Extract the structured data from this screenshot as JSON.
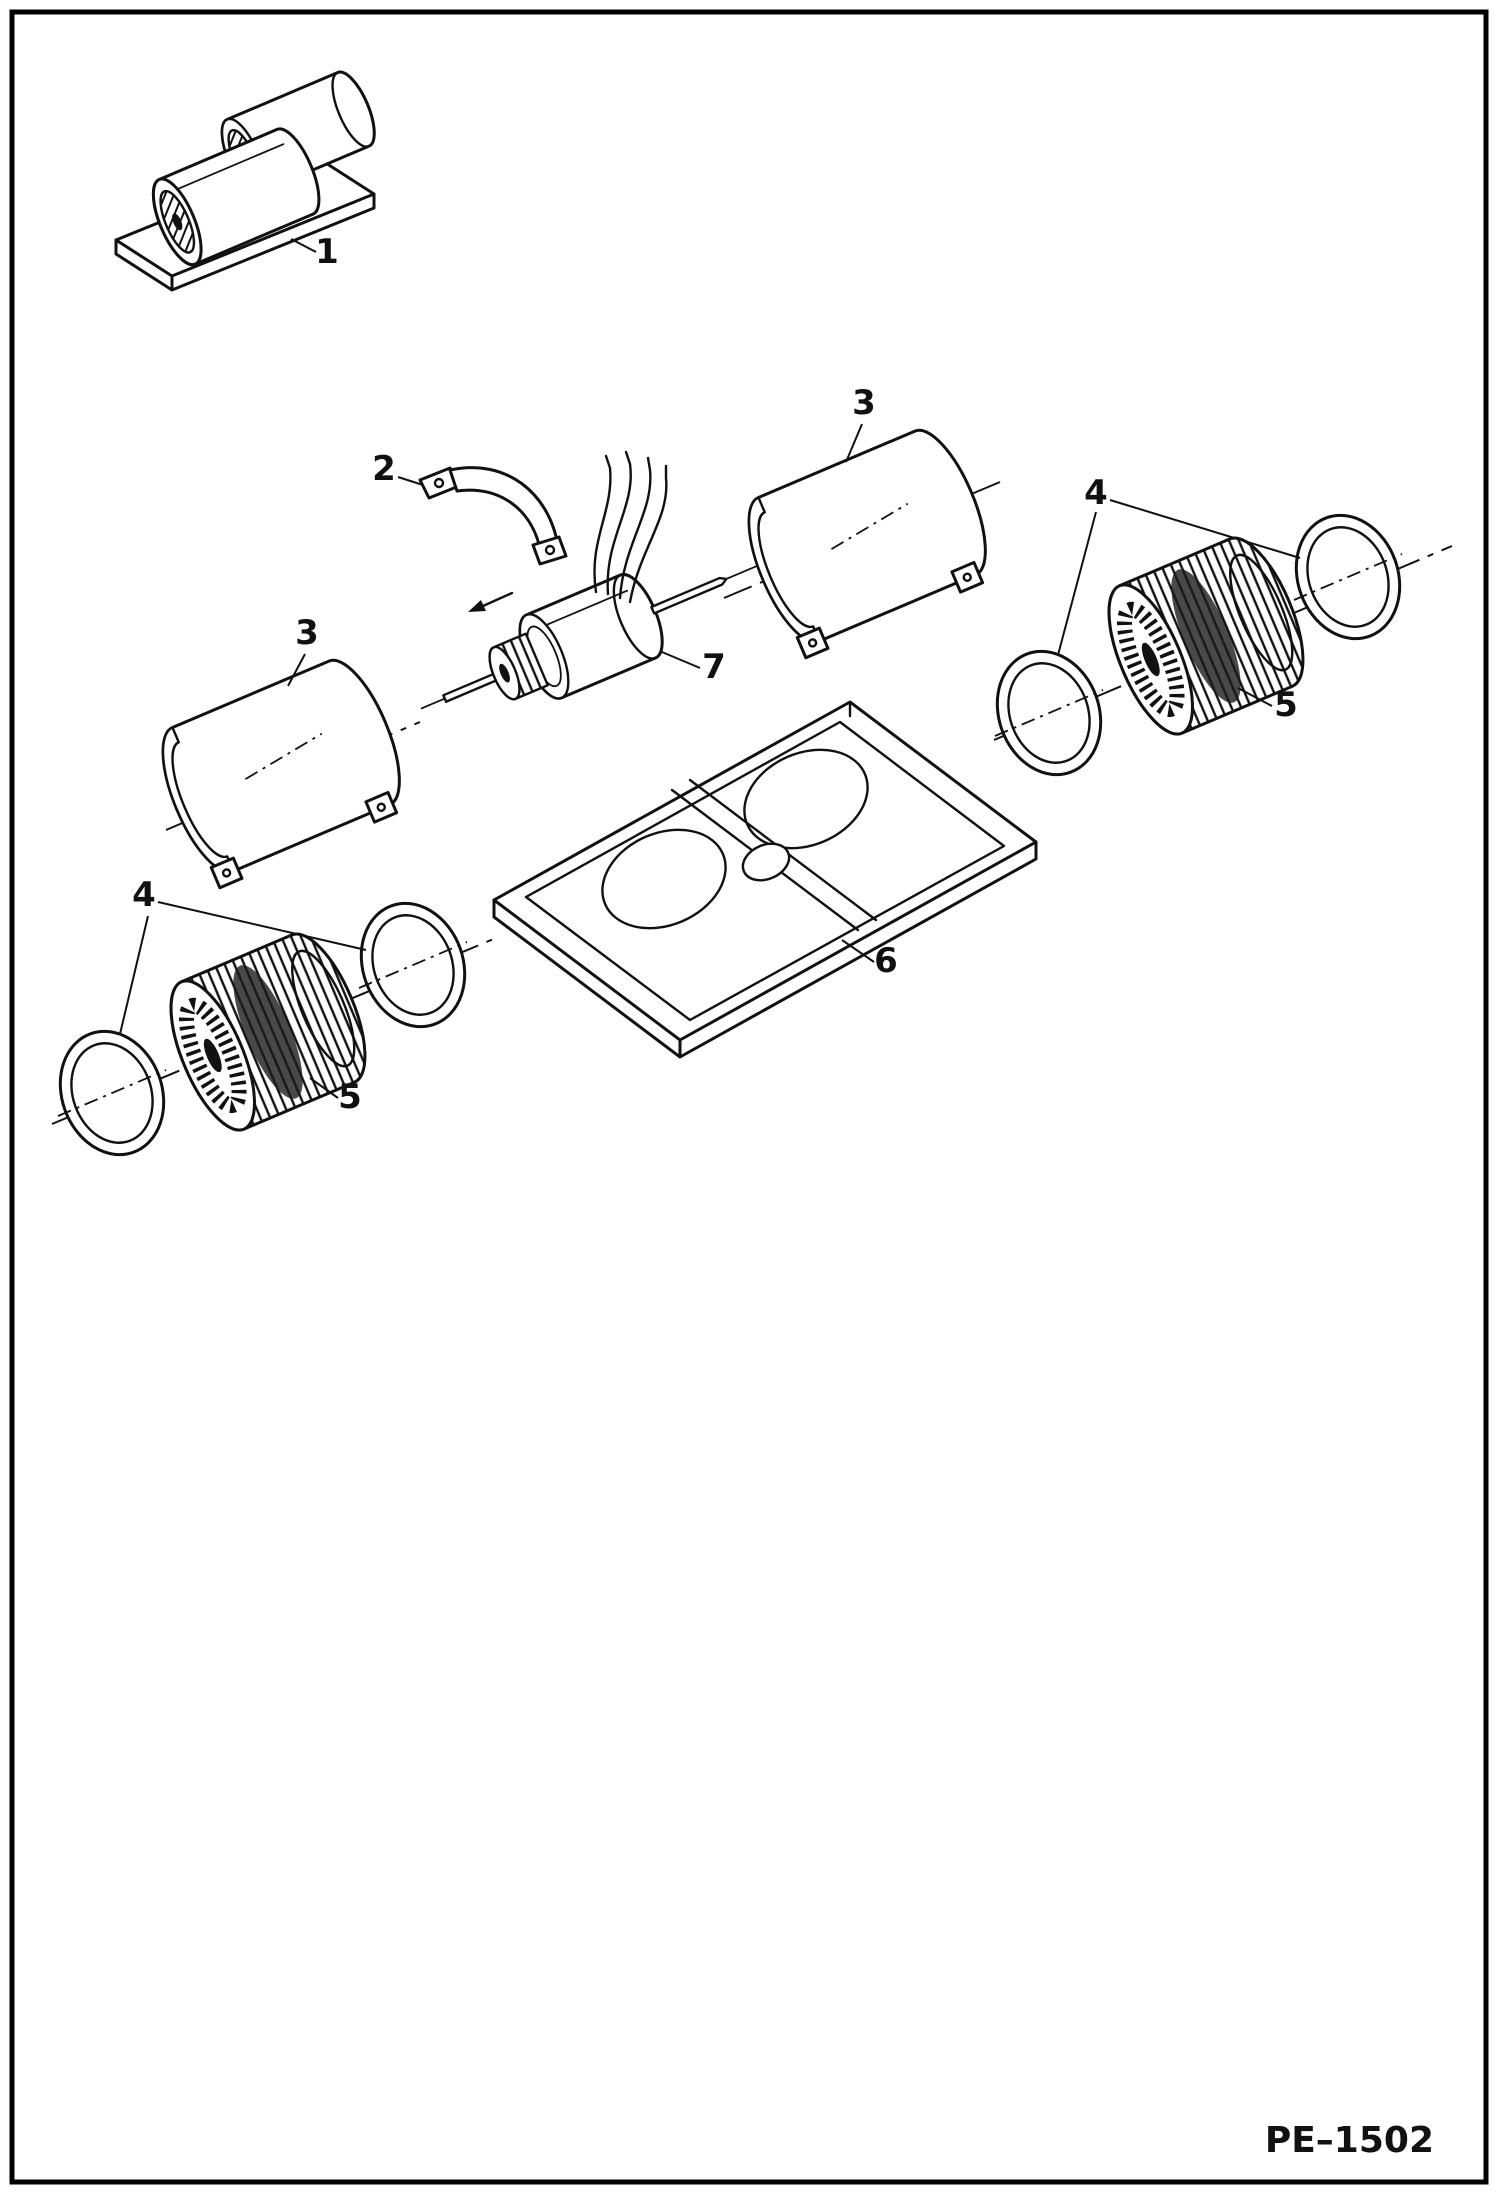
{
  "figure": {
    "reference_code": "PE–1502",
    "callouts": {
      "blower_assembly": "1",
      "strap": "2",
      "housing_upper": "3",
      "housing_lower": "3",
      "seal_right": "4",
      "seal_left": "4",
      "wheel_right": "5",
      "wheel_left": "5",
      "base": "6",
      "motor": "7"
    }
  }
}
